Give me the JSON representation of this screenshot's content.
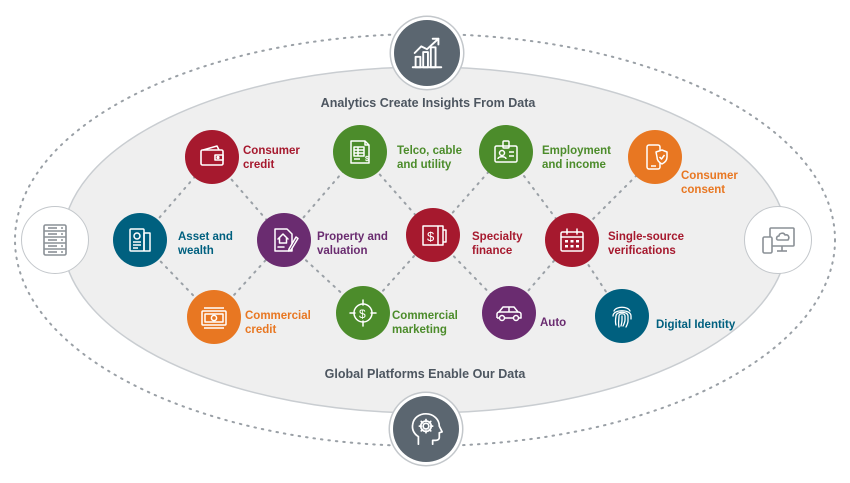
{
  "captions": {
    "top": "Analytics Create Insights From Data",
    "bottom": "Global Platforms Enable Our Data"
  },
  "colors": {
    "maroon": "#a6192e",
    "green": "#4c8c2b",
    "teal": "#00607f",
    "purple": "#6a2c70",
    "orange": "#e87722",
    "hub": "#5b6670",
    "ellipse_fill": "#efefef"
  },
  "hubs": {
    "top_icon": "rising-bar-chart-icon",
    "bottom_icon": "head-with-gear-icon",
    "left_icon": "server-rack-icon",
    "right_icon": "cloud-devices-icon"
  },
  "nodes": [
    {
      "id": "consumer-credit",
      "label": "Consumer\ncredit",
      "color": "maroon",
      "icon": "wallet-icon"
    },
    {
      "id": "telco",
      "label": "Telco, cable\nand utility",
      "color": "green",
      "icon": "bill-icon"
    },
    {
      "id": "employment",
      "label": "Employment\nand income",
      "color": "green",
      "icon": "id-badge-icon"
    },
    {
      "id": "consumer-consent",
      "label": "Consumer\nconsent",
      "color": "orange",
      "icon": "phone-check-icon"
    },
    {
      "id": "asset-wealth",
      "label": "Asset and\nwealth",
      "color": "teal",
      "icon": "bank-document-icon"
    },
    {
      "id": "property",
      "label": "Property and\nvaluation",
      "color": "purple",
      "icon": "house-document-icon"
    },
    {
      "id": "specialty",
      "label": "Specialty\nfinance",
      "color": "maroon",
      "icon": "dollar-folder-icon"
    },
    {
      "id": "single-source",
      "label": "Single-source\nverifications",
      "color": "maroon",
      "icon": "calendar-icon"
    },
    {
      "id": "commercial-credit",
      "label": "Commercial\ncredit",
      "color": "orange",
      "icon": "banknote-icon"
    },
    {
      "id": "commercial-marketing",
      "label": "Commercial\nmarketing",
      "color": "green",
      "icon": "dollar-target-icon"
    },
    {
      "id": "auto",
      "label": "Auto",
      "color": "purple",
      "icon": "car-icon"
    },
    {
      "id": "digital-identity",
      "label": "Digital Identity",
      "color": "teal",
      "icon": "fingerprint-icon"
    }
  ]
}
